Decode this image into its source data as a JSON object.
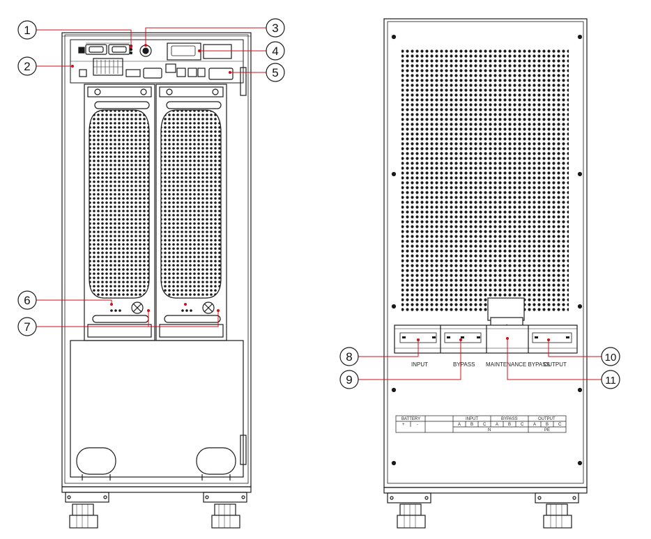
{
  "callouts": [
    "1",
    "2",
    "3",
    "4",
    "5",
    "6",
    "7",
    "8",
    "9",
    "10",
    "11"
  ],
  "rear_labels": {
    "input": "INPUT",
    "bypass": "BYPASS",
    "maintenance_bypass": "MAINTENANCE BYPASS",
    "output": "OUTPUT"
  },
  "terminal_table": {
    "groups": [
      "BATTERY",
      "INPUT",
      "BYPASS",
      "OUTPUT"
    ],
    "battery_cells": [
      "+",
      "-"
    ],
    "phase_cells": [
      "A",
      "B",
      "C",
      "A",
      "B",
      "C",
      "A",
      "B",
      "C"
    ],
    "bottom_labels": [
      "N",
      "PE"
    ]
  },
  "colors": {
    "line": "#1a1a1a",
    "callout_line": "#d0101a",
    "fill": "#ffffff"
  }
}
